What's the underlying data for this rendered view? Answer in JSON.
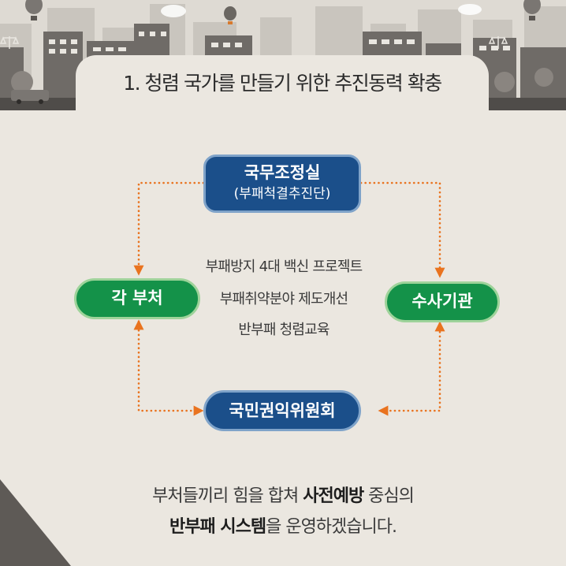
{
  "title": "1. 청렴 국가를 만들기 위한 추진동력 확충",
  "nodes": {
    "top_name": "국무조정실",
    "top_sub": "(부패척결추진단)",
    "left": "각 부처",
    "right": "수사기관",
    "bottom": "국민권익위원회"
  },
  "center_items": [
    "부패방지 4대 백신 프로젝트",
    "부패취약분야 제도개선",
    "반부패 청렴교육"
  ],
  "footer": {
    "line1_pre": "부처들끼리 힘을 합쳐 ",
    "line1_bold": "사전예방",
    "line1_post": " 중심의",
    "line2_bold": "반부패 시스템",
    "line2_post": "을 운영하겠습니다."
  },
  "colors": {
    "background": "#ebe7e0",
    "node_blue": "#1b4f8a",
    "node_green": "#149249",
    "connector_orange": "#e9731f"
  },
  "icons": [
    "hot-air-balloon-icon",
    "city-skyline-icon",
    "scales-of-justice-icon",
    "bus-icon"
  ]
}
